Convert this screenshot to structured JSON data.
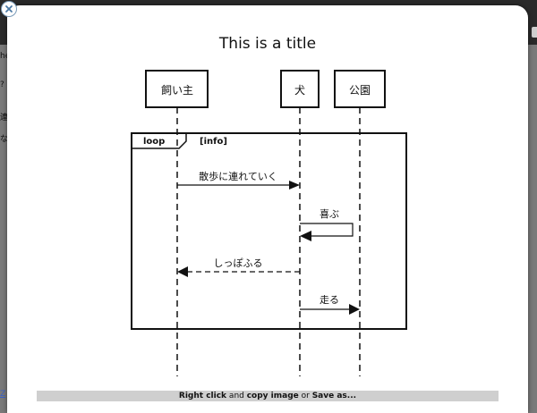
{
  "background": {
    "fragments": [
      "he",
      "?",
      "連",
      "な",
      "Z"
    ]
  },
  "diagram": {
    "title": "This is a title",
    "participants": [
      "飼い主",
      "犬",
      "公園"
    ],
    "loop_label": "loop",
    "loop_guard": "[info]",
    "messages": [
      "散歩に連れていく",
      "喜ぶ",
      "しっぽふる",
      "走る"
    ]
  },
  "hint": {
    "part1": "Right click",
    "part2": " and ",
    "part3": "copy image",
    "part4": " or ",
    "part5": "Save as..."
  },
  "icons": {
    "close": "close-icon"
  }
}
